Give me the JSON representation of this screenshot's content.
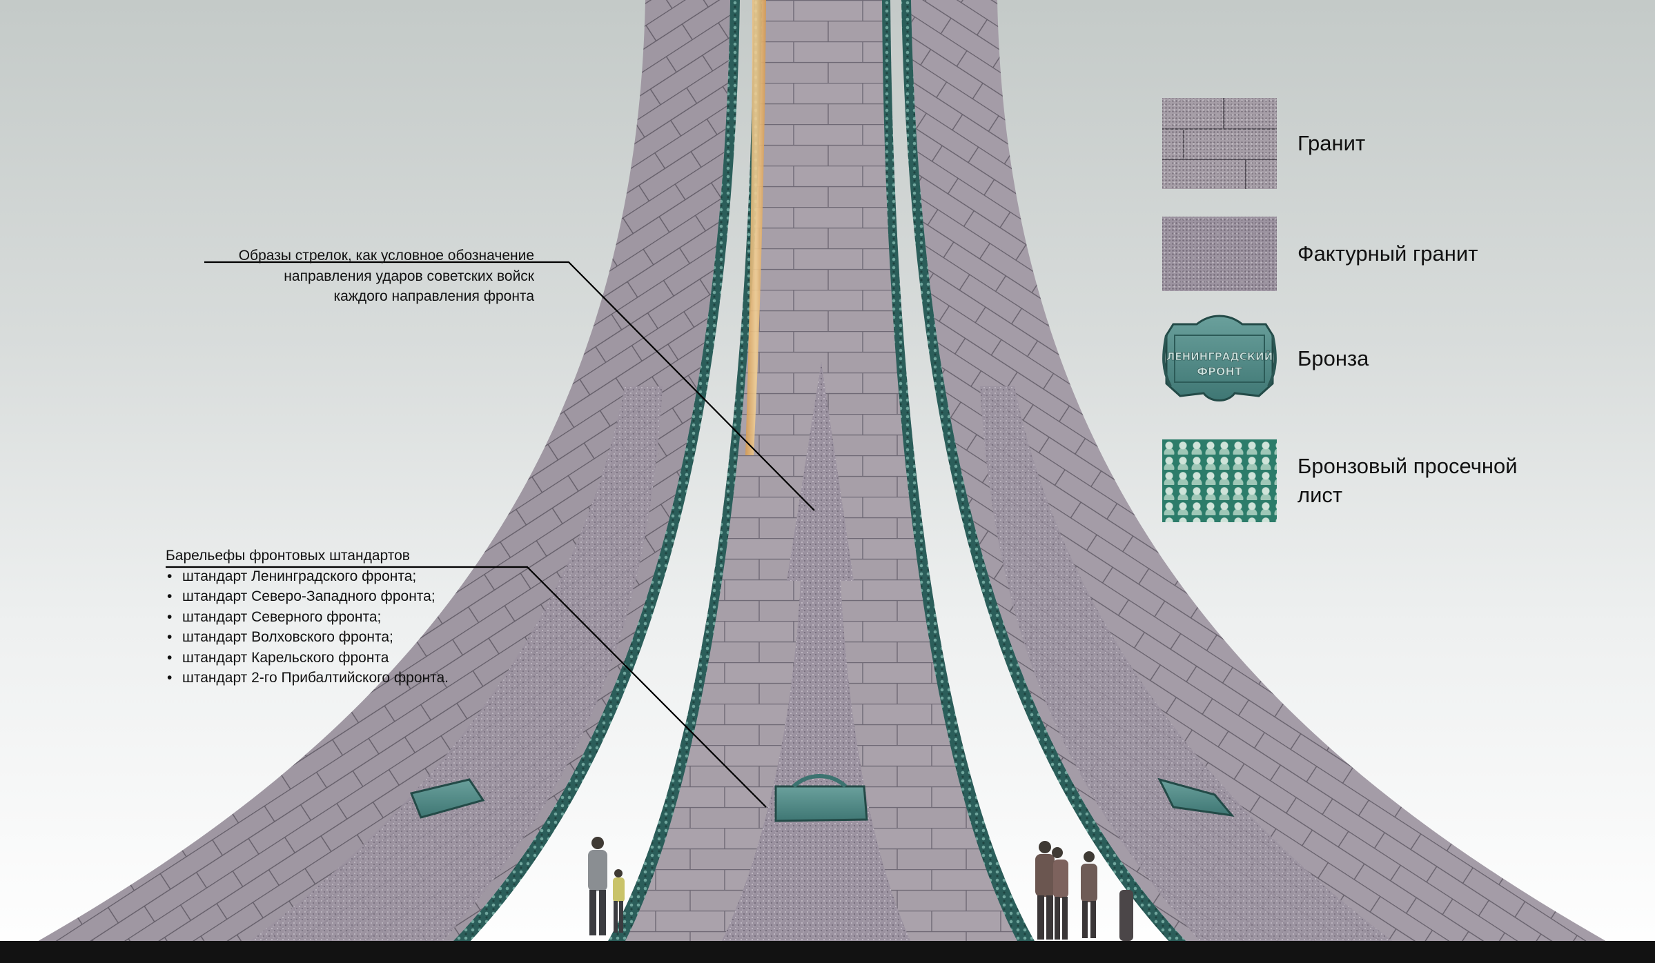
{
  "callouts": {
    "arrows": {
      "lines": [
        "Образы стрелок, как условное обозначение",
        "направления ударов советских войск",
        "каждого направления фронта"
      ]
    },
    "banners": {
      "title": "Барельефы фронтовых штандартов",
      "items": [
        "штандарт Ленинградского фронта;",
        "штандарт Северо-Западного фронта;",
        "штандарт Северного фронта;",
        "штандарт Волховского фронта;",
        "штандарт Карельского фронта",
        "штандарт 2-го Прибалтийского фронта."
      ]
    }
  },
  "legend": {
    "items": [
      {
        "label": "Гранит"
      },
      {
        "label": "Фактурный гранит"
      },
      {
        "label": "Бронза"
      },
      {
        "label": "Бронзовый просечной лист"
      }
    ]
  },
  "plaque": {
    "line1": "ЛЕНИНГРАДСКИЙ",
    "line2": "ФРОНТ"
  },
  "colors": {
    "granite": "#a79fa8",
    "granite_joint": "#6a6470",
    "textured_granite": "#9d94a1",
    "bronze": "#4f8a86",
    "bronze_dark": "#2a5552",
    "mesh": "#2c7c6a",
    "glow": "#e6b070",
    "ground": "#121212"
  }
}
